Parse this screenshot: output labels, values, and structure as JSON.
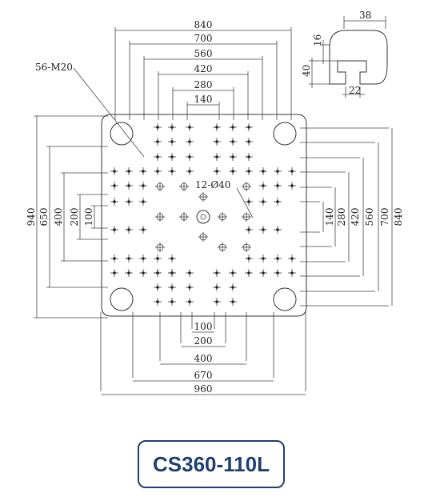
{
  "labels": {
    "tapping_holes": "56-M20",
    "center_holes": "12-Ø40",
    "model": "CS360-110L"
  },
  "dims": {
    "top": [
      "840",
      "700",
      "560",
      "420",
      "280",
      "140"
    ],
    "bottom": [
      "100",
      "200",
      "400",
      "670",
      "960"
    ],
    "left": [
      "940",
      "650",
      "400",
      "200",
      "100"
    ],
    "right": [
      "140",
      "280",
      "420",
      "560",
      "700",
      "840"
    ],
    "tslot": [
      "38",
      "16",
      "40",
      "22"
    ]
  }
}
